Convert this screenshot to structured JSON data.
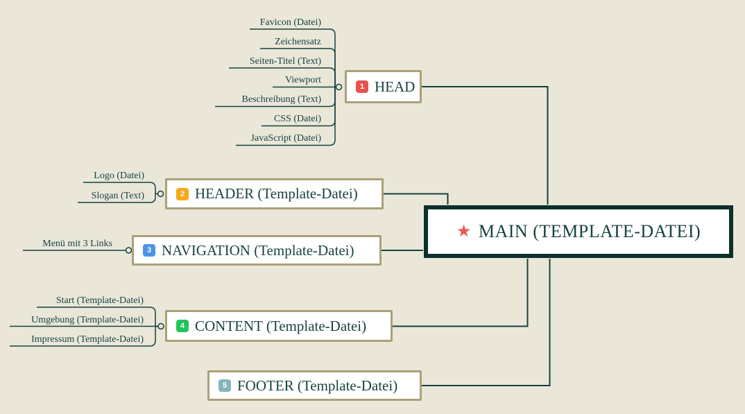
{
  "canvas": {
    "background_color": "#eae7d9",
    "wire_color": "#16413d",
    "branch_border_color": "#a9a178",
    "root_border_color": "#0e302c",
    "text_color": "#174340"
  },
  "root": {
    "label": "MAIN (TEMPLATE-DATEI)",
    "icon": "star-icon",
    "icon_glyph": "★",
    "icon_color": "#e8584f"
  },
  "branches": [
    {
      "id": "head",
      "badge": "1",
      "badge_color": "#e9534d",
      "label": "HEAD",
      "children": [
        "Favicon (Datei)",
        "Zeichensatz",
        "Seiten-Titel (Text)",
        "Viewport",
        "Beschreibung (Text)",
        "CSS (Datei)",
        "JavaScript (Datei)"
      ]
    },
    {
      "id": "header",
      "badge": "2",
      "badge_color": "#f7a81b",
      "label": "HEADER (Template-Datei)",
      "children": [
        "Logo (Datei)",
        "Slogan (Text)"
      ]
    },
    {
      "id": "navigation",
      "badge": "3",
      "badge_color": "#4a95e8",
      "label": "NAVIGATION (Template-Datei)",
      "children": [
        "Menü mit 3 Links"
      ]
    },
    {
      "id": "content",
      "badge": "4",
      "badge_color": "#22c35b",
      "label": "CONTENT (Template-Datei)",
      "children": [
        "Start (Template-Datei)",
        "Umgebung (Template-Datei)",
        "Impressum (Template-Datei)"
      ]
    },
    {
      "id": "footer",
      "badge": "5",
      "badge_color": "#85b5bb",
      "label": "FOOTER (Template-Datei)",
      "children": []
    }
  ]
}
